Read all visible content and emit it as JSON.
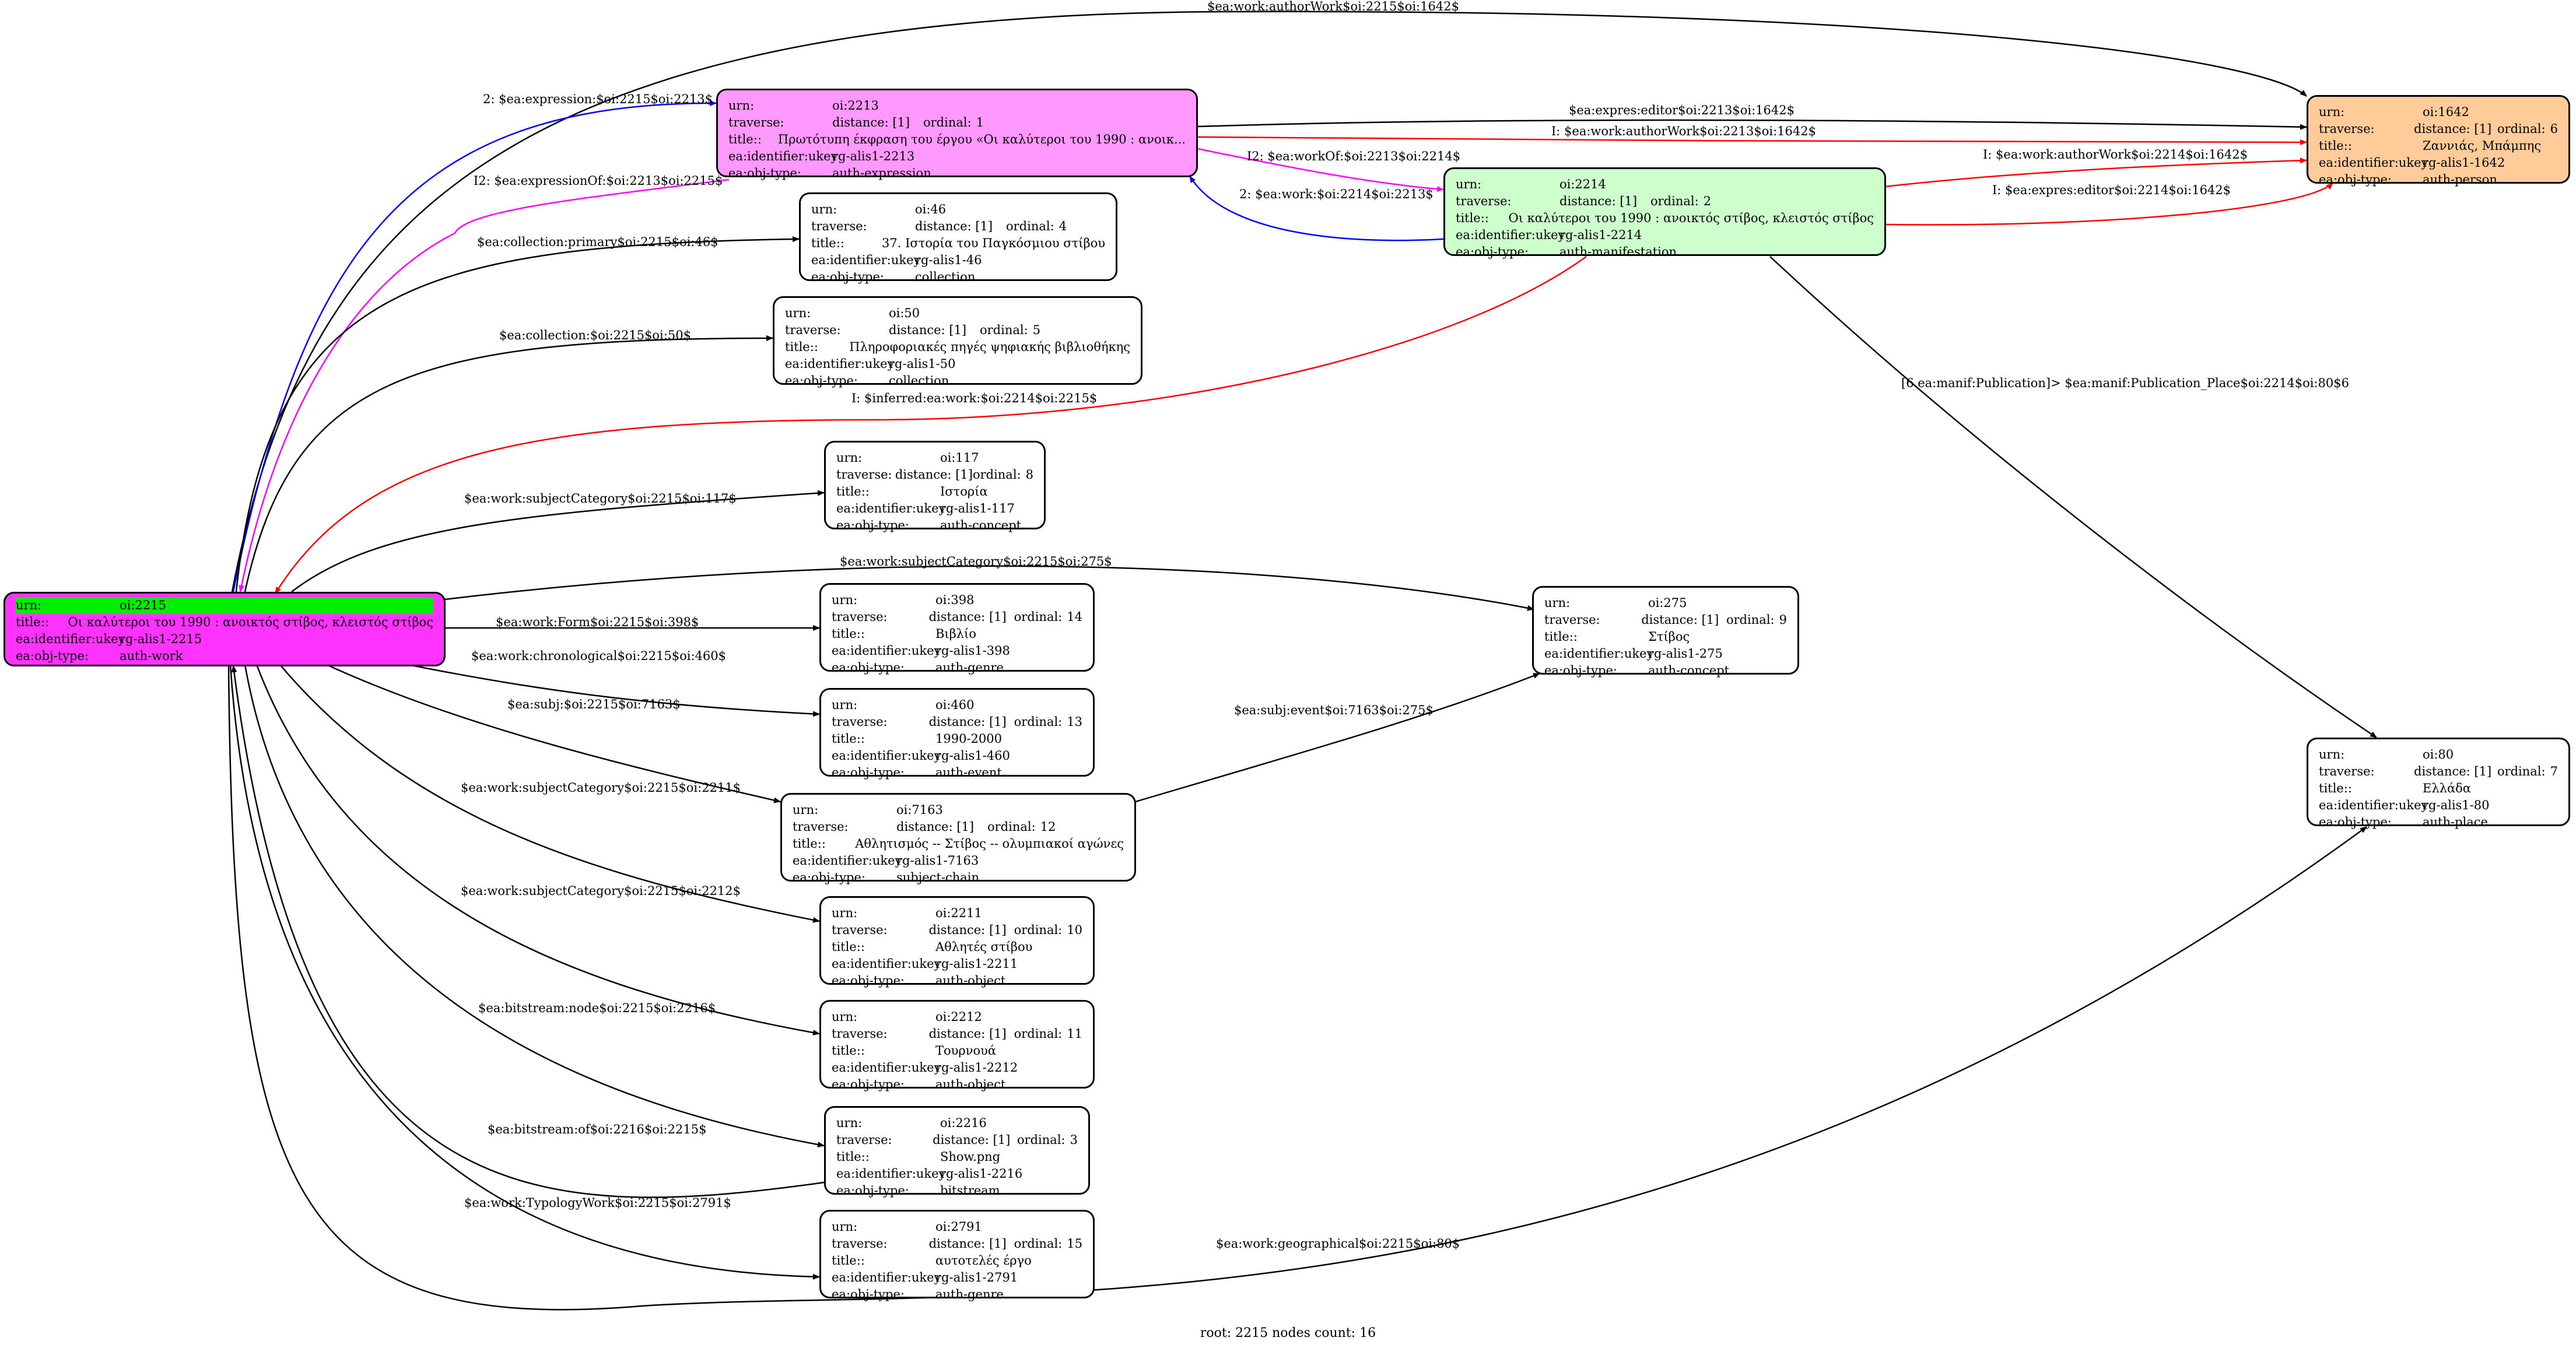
{
  "labels": {
    "urn": "urn:",
    "traverse": "traverse:",
    "title": "title::",
    "ukey": "ea:identifier:ukey",
    "type": "ea:obj-type:",
    "distance": "distance: [1]",
    "ordinal": "ordinal:"
  },
  "colors": {
    "root_fill": "#ff33ff",
    "root_highlight": "#00ee00",
    "expression_fill": "#ff99ff",
    "manifestation_fill": "#ccffcc",
    "person_fill": "#ffcc99",
    "default_fill": "#ffffff",
    "edge_black": "#000000",
    "edge_blue": "#0000ff",
    "edge_magenta": "#ff00ff",
    "edge_red": "#ff0000"
  },
  "nodes": {
    "n2215": {
      "urn": "oi:2215",
      "title": "Οι καλύτεροι του 1990 : ανοικτός στίβος, κλειστός στίβος",
      "ukey": "rg-alis1-2215",
      "type": "auth-work"
    },
    "n2213": {
      "urn": "oi:2213",
      "ordinal": "1",
      "title": "Πρωτότυπη έκφραση του έργου «Οι καλύτεροι του 1990 : ανοικ...",
      "ukey": "rg-alis1-2213",
      "type": "auth-expression"
    },
    "n1642": {
      "urn": "oi:1642",
      "ordinal": "6",
      "title": "Ζαννιάς, Μπάμπης",
      "ukey": "rg-alis1-1642",
      "type": "auth-person"
    },
    "n46": {
      "urn": "oi:46",
      "ordinal": "4",
      "title": "37. Ιστορία του Παγκόσμιου στίβου",
      "ukey": "rg-alis1-46",
      "type": "collection"
    },
    "n2214": {
      "urn": "oi:2214",
      "ordinal": "2",
      "title": "Οι καλύτεροι του 1990 : ανοικτός στίβος, κλειστός στίβος",
      "ukey": "rg-alis1-2214",
      "type": "auth-manifestation"
    },
    "n50": {
      "urn": "oi:50",
      "ordinal": "5",
      "title": "Πληροφοριακές πηγές ψηφιακής βιβλιοθήκης",
      "ukey": "rg-alis1-50",
      "type": "collection"
    },
    "n117": {
      "urn": "oi:117",
      "ordinal": "8",
      "title": "Ιστορία",
      "ukey": "rg-alis1-117",
      "type": "auth-concept"
    },
    "n275": {
      "urn": "oi:275",
      "ordinal": "9",
      "title": "Στίβος",
      "ukey": "rg-alis1-275",
      "type": "auth-concept"
    },
    "n398": {
      "urn": "oi:398",
      "ordinal": "14",
      "title": "Βιβλίο",
      "ukey": "rg-alis1-398",
      "type": "auth-genre"
    },
    "n460": {
      "urn": "oi:460",
      "ordinal": "13",
      "title": "1990-2000",
      "ukey": "rg-alis1-460",
      "type": "auth-event"
    },
    "n80": {
      "urn": "oi:80",
      "ordinal": "7",
      "title": "Ελλάδα",
      "ukey": "rg-alis1-80",
      "type": "auth-place"
    },
    "n7163": {
      "urn": "oi:7163",
      "ordinal": "12",
      "title": "Αθλητισμός -- Στίβος -- ολυμπιακοί αγώνες",
      "ukey": "rg-alis1-7163",
      "type": "subject-chain"
    },
    "n2211": {
      "urn": "oi:2211",
      "ordinal": "10",
      "title": "Αθλητές στίβου",
      "ukey": "rg-alis1-2211",
      "type": "auth-object"
    },
    "n2212": {
      "urn": "oi:2212",
      "ordinal": "11",
      "title": "Τουρνουά",
      "ukey": "rg-alis1-2212",
      "type": "auth-object"
    },
    "n2216": {
      "urn": "oi:2216",
      "ordinal": "3",
      "title": "Show.png",
      "ukey": "rg-alis1-2216",
      "type": "bitstream"
    },
    "n2791": {
      "urn": "oi:2791",
      "ordinal": "15",
      "title": "αυτοτελές έργο",
      "ukey": "rg-alis1-2791",
      "type": "auth-genre"
    }
  },
  "edges": {
    "e_authorWork_top": "$ea:work:authorWork$oi:2215$oi:1642$",
    "e_expression": "2: $ea:expression:$oi:2215$oi:2213$",
    "e_expressionOf": "I2: $ea:expressionOf:$oi:2213$oi:2215$",
    "e_expres_editor": "$ea:expres:editor$oi:2213$oi:1642$",
    "e_authorWork_2213": "I: $ea:work:authorWork$oi:2213$oi:1642$",
    "e_workOf": "I2: $ea:workOf:$oi:2213$oi:2214$",
    "e_work_2214": "2: $ea:work:$oi:2214$oi:2213$",
    "e_authorWork_2214": "I: $ea:work:authorWork$oi:2214$oi:1642$",
    "e_expres_editor_2214": "I: $ea:expres:editor$oi:2214$oi:1642$",
    "e_collection_primary": "$ea:collection:primary$oi:2215$oi:46$",
    "e_collection": "$ea:collection:$oi:2215$oi:50$",
    "e_inferred": "I: $inferred:ea:work:$oi:2214$oi:2215$",
    "e_publication_place": "[6 ea:manif:Publication]> $ea:manif:Publication_Place$oi:2214$oi:80$6",
    "e_subjcat_117": "$ea:work:subjectCategory$oi:2215$oi:117$",
    "e_subjcat_275": "$ea:work:subjectCategory$oi:2215$oi:275$",
    "e_form": "$ea:work:Form$oi:2215$oi:398$",
    "e_chrono": "$ea:work:chronological$oi:2215$oi:460$",
    "e_subj": "$ea:subj:$oi:2215$oi:7163$",
    "e_subj_event": "$ea:subj:event$oi:7163$oi:275$",
    "e_subjcat_2211": "$ea:work:subjectCategory$oi:2215$oi:2211$",
    "e_subjcat_2212": "$ea:work:subjectCategory$oi:2215$oi:2212$",
    "e_bitstream_node": "$ea:bitstream:node$oi:2215$oi:2216$",
    "e_bitstream_of": "$ea:bitstream:of$oi:2216$oi:2215$",
    "e_typology": "$ea:work:TypologyWork$oi:2215$oi:2791$",
    "e_geographical": "$ea:work:geographical$oi:2215$oi:80$"
  },
  "footer": "root: 2215 nodes count: 16"
}
